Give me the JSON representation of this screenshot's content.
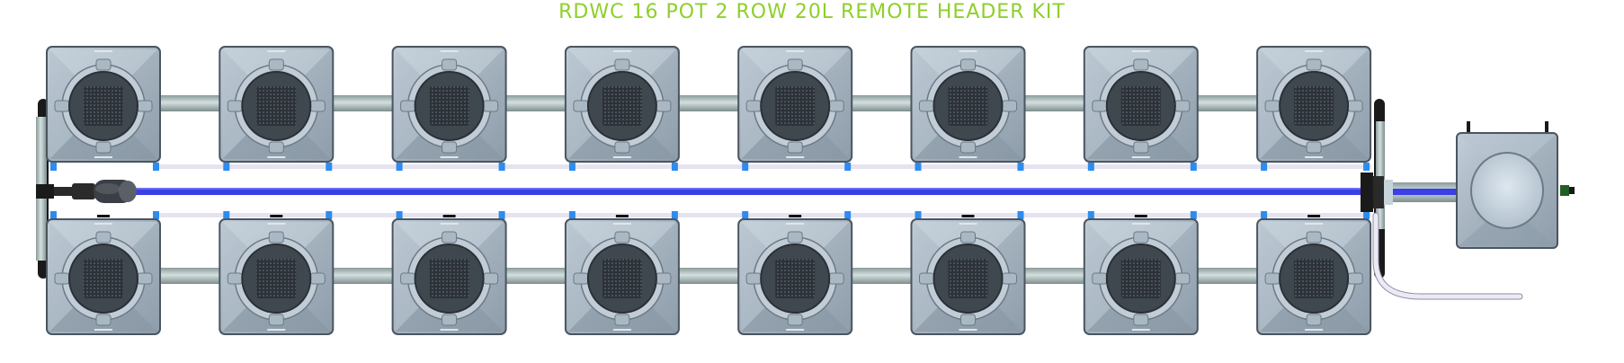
{
  "title": "RDWC 16 POT 2 ROW 20L REMOTE HEADER KIT",
  "colors": {
    "title": "#8ecf2a",
    "pot_body": "#a9b7c3",
    "pot_edge": "#4a5560",
    "pot_dark": "#3f474f",
    "pipe": "#b8c6c6",
    "pipe_shade": "#8a9a9a",
    "return_line": "#3b3fe6",
    "air_line": "#e6e3f0",
    "connector": "#2d8cf0",
    "tank_lid": "#c8d6e2",
    "frame": "#1a1a1a"
  },
  "layout": {
    "pots_per_row": 8,
    "rows": 2,
    "total_pots": 16,
    "header_tanks": 1
  },
  "icons": {
    "pot": "net-pot-icon",
    "pump": "pump-icon",
    "header_tank": "header-tank-icon",
    "drain": "drain-hose-icon"
  }
}
